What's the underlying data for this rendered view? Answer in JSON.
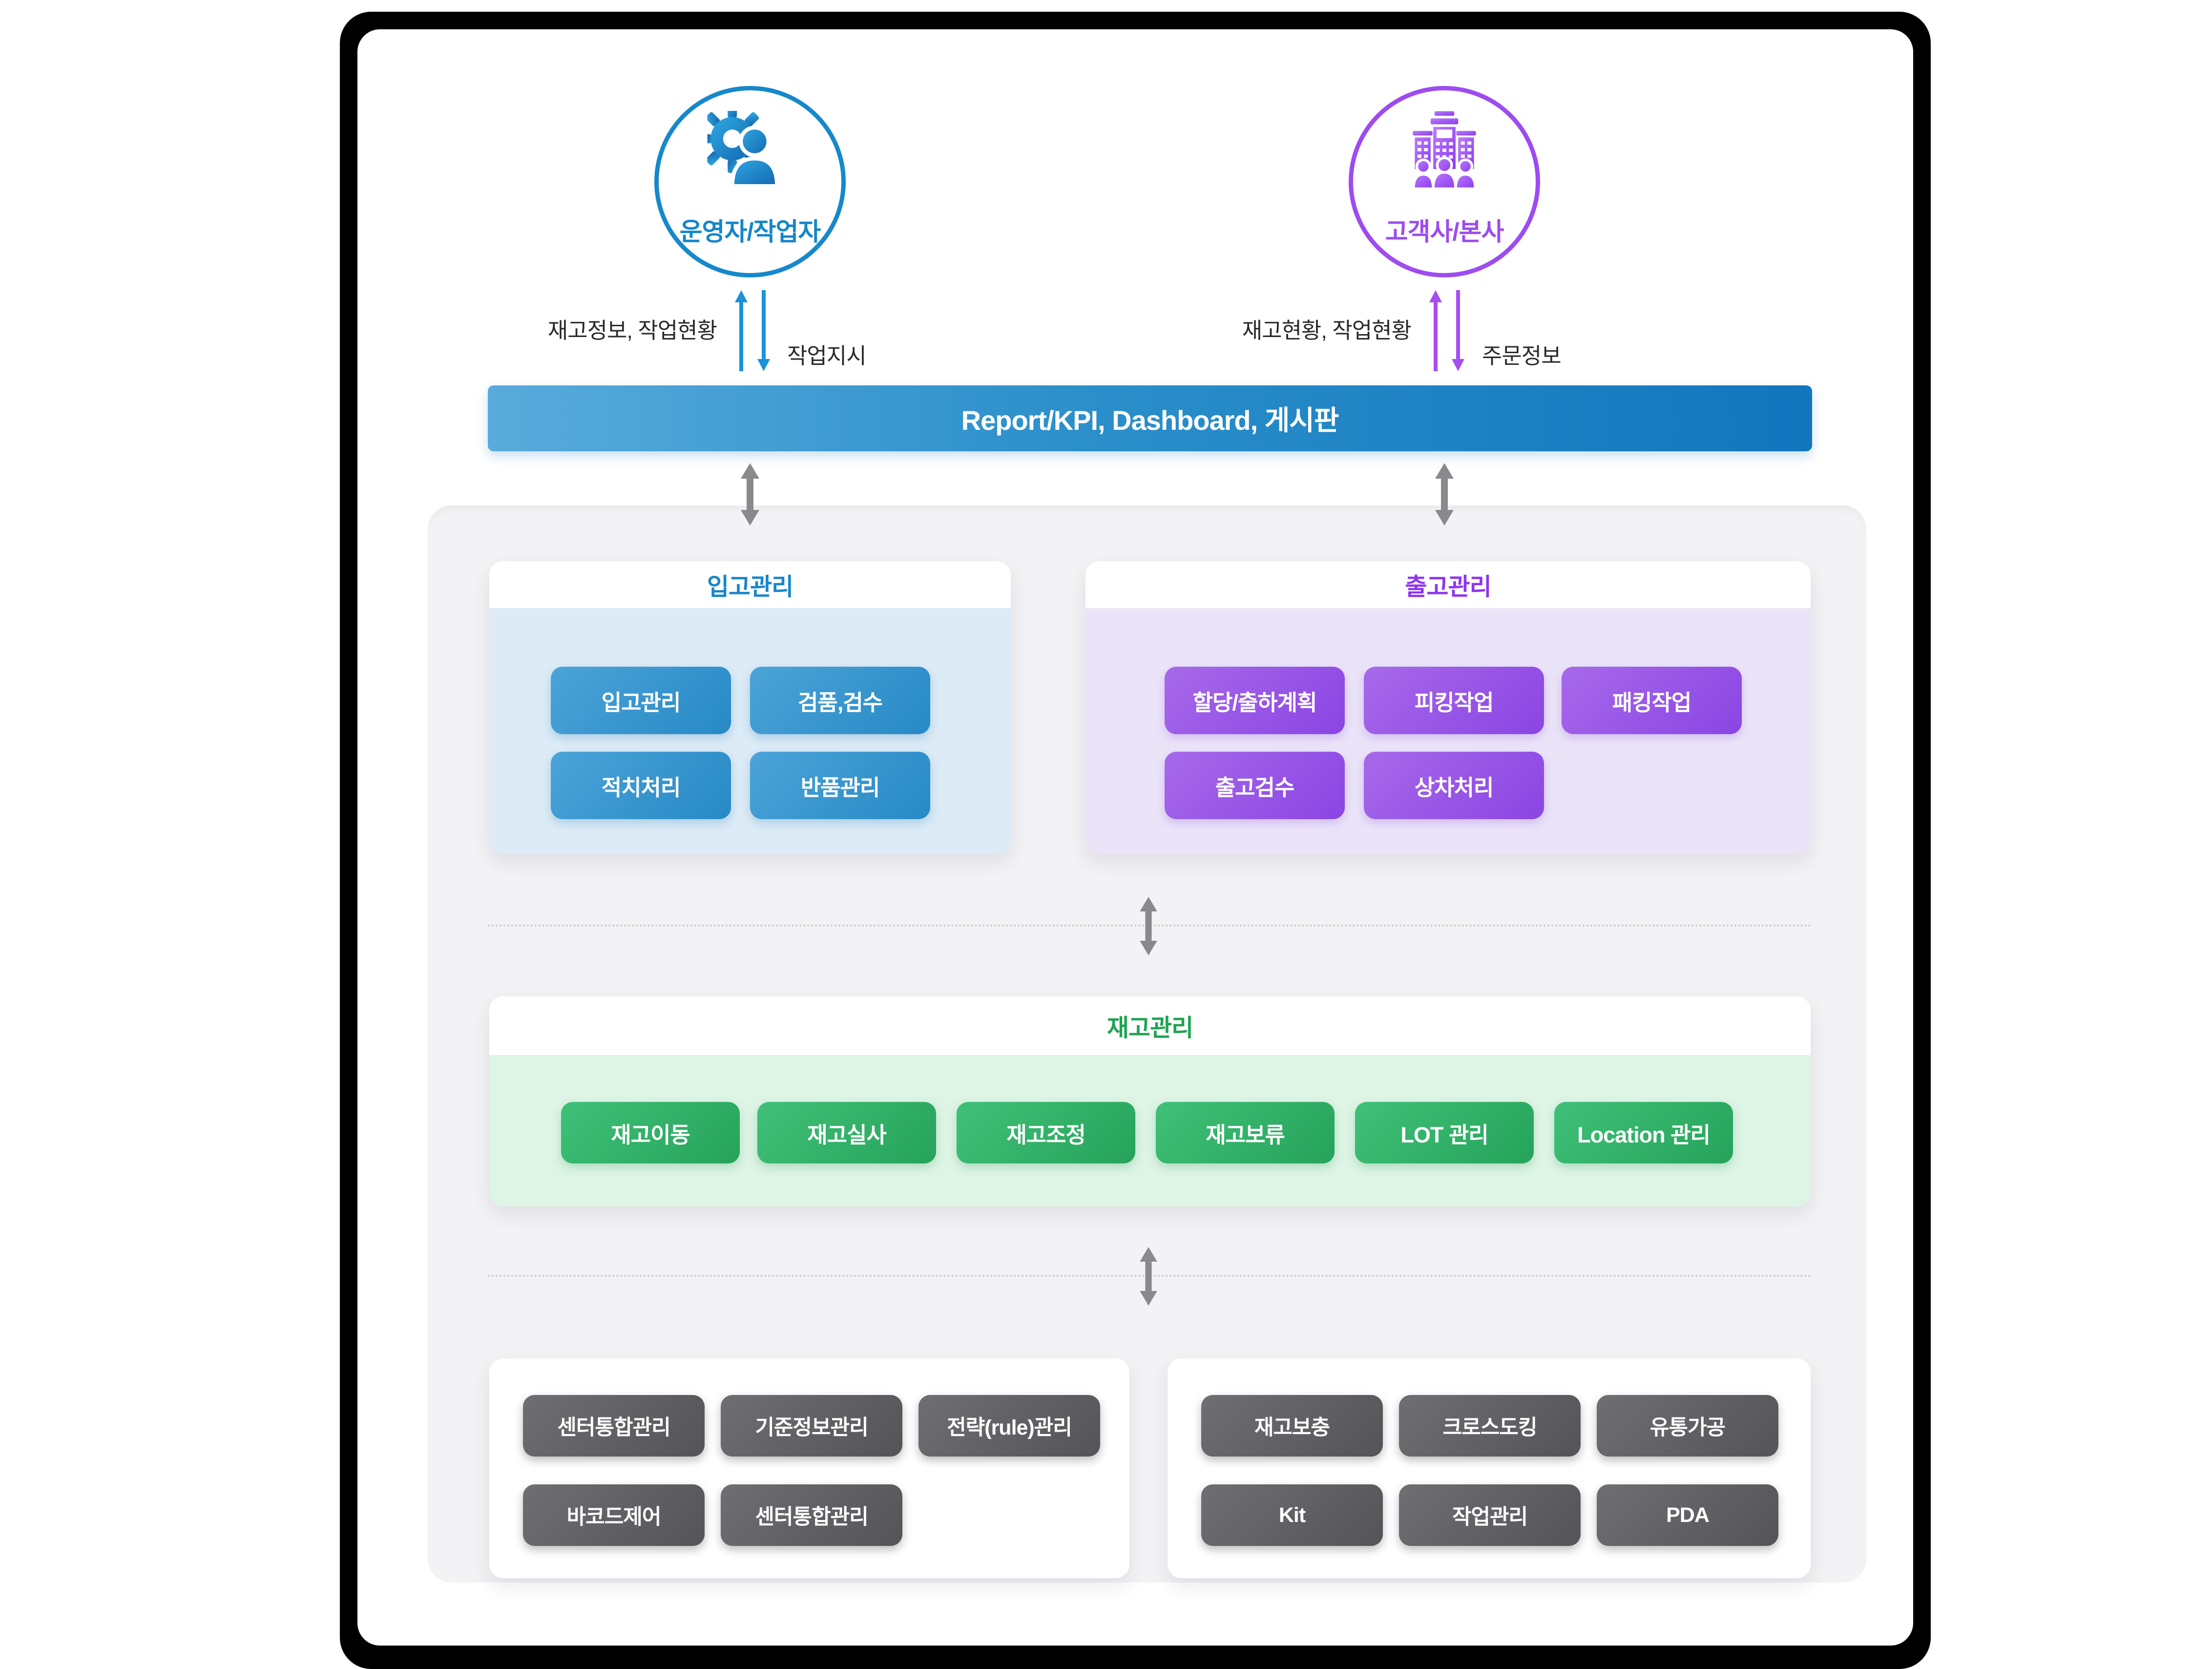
{
  "page": {
    "frame_color": "#000000",
    "sheet_color": "#ffffff",
    "panel_color": "#f3f3f5"
  },
  "actors": {
    "operator": {
      "label": "운영자/작업자",
      "icon": "gear-people-icon",
      "color": "#1486cb"
    },
    "customer": {
      "label": "고객사/본사",
      "icon": "buildings-people-icon",
      "color": "#9c4bf1"
    }
  },
  "flows": {
    "operator_up_label": "재고정보, 작업현황",
    "operator_down_label": "작업지시",
    "customer_up_label": "재고현황, 작업현황",
    "customer_down_label": "주문정보"
  },
  "report_bar": {
    "label": "Report/KPI, Dashboard, 게시판",
    "gradient_start": "#58abdb",
    "gradient_end": "#1176bd"
  },
  "sections": {
    "inbound": {
      "title": "입고관리",
      "accent": "#1786ca",
      "items": [
        "입고관리",
        "검품,검수",
        "적치처리",
        "반품관리"
      ]
    },
    "outbound": {
      "title": "출고관리",
      "accent": "#8d35ee",
      "items": [
        "할당/출하계획",
        "피킹작업",
        "패킹작업",
        "출고검수",
        "상차처리"
      ]
    },
    "inventory": {
      "title": "재고관리",
      "accent": "#1fa352",
      "items": [
        "재고이동",
        "재고실사",
        "재고조정",
        "재고보류",
        "LOT 관리",
        "Location 관리"
      ]
    },
    "system_left": {
      "items": [
        "센터통합관리",
        "기준정보관리",
        "전략(rule)관리",
        "바코드제어",
        "센터통합관리"
      ]
    },
    "system_right": {
      "items": [
        "재고보충",
        "크로스도킹",
        "유통가공",
        "Kit",
        "작업관리",
        "PDA"
      ]
    }
  }
}
